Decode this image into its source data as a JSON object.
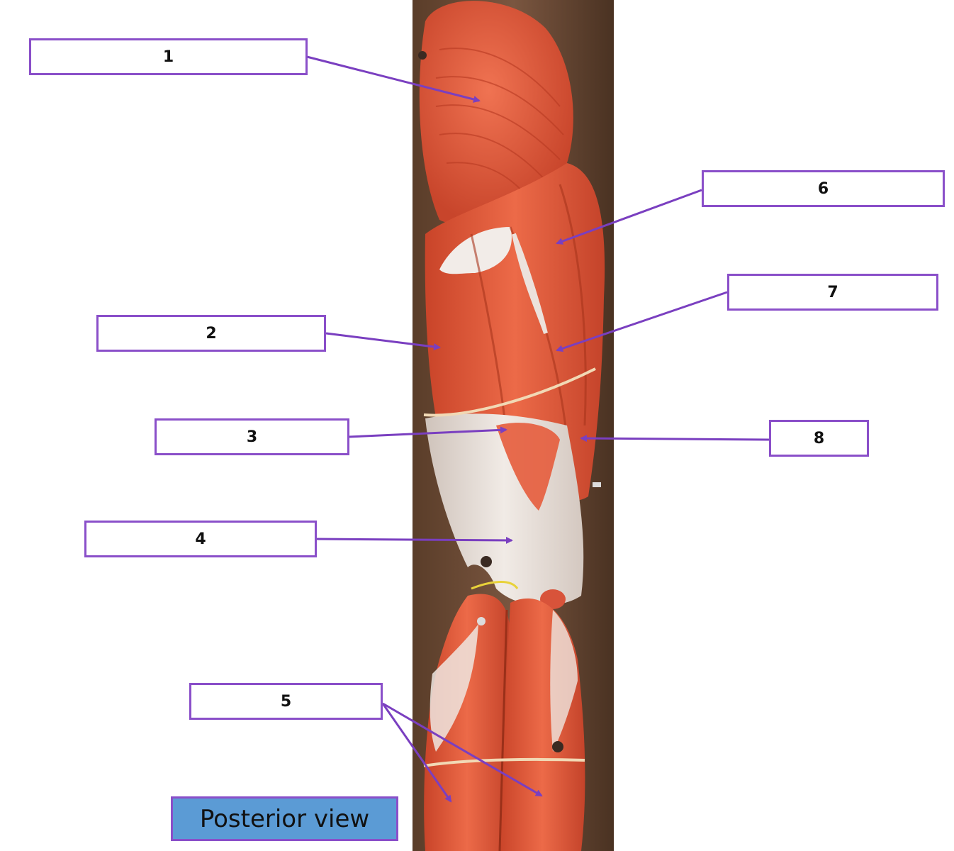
{
  "labels": [
    "1",
    "2",
    "3",
    "4",
    "5",
    "6",
    "7",
    "8"
  ],
  "caption": "Posterior view",
  "colors": {
    "box_border": "#8a4fc9",
    "leader_line": "#7a3fc0",
    "caption_fill": "#5b9bd5",
    "background_wood": "#6b4a33",
    "muscle": "#e0573a",
    "tendon": "#e6dcd6"
  }
}
